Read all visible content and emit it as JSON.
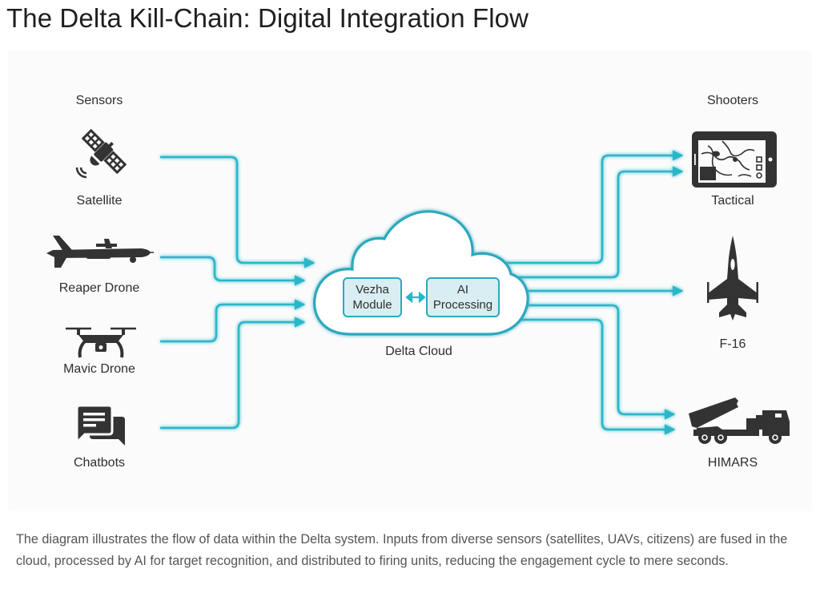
{
  "title": "The Delta Kill-Chain: Digital Integration Flow",
  "diagram": {
    "sensors_header": "Sensors",
    "shooters_header": "Shooters",
    "sensors": [
      {
        "label": "Satellite",
        "icon": "satellite-icon"
      },
      {
        "label": "Reaper Drone",
        "icon": "reaper-drone-icon"
      },
      {
        "label": "Mavic Drone",
        "icon": "quadcopter-drone-icon"
      },
      {
        "label": "Chatbots",
        "icon": "chat-bubbles-icon"
      }
    ],
    "cloud": {
      "label": "Delta Cloud",
      "modules": [
        {
          "line1": "Vezha",
          "line2": "Module"
        },
        {
          "line1": "AI",
          "line2": "Processing"
        }
      ],
      "link": "bidirectional"
    },
    "shooters": [
      {
        "label": "Tactical",
        "icon": "tactical-tablet-icon"
      },
      {
        "label": "F-16",
        "icon": "fighter-jet-icon"
      },
      {
        "label": "HIMARS",
        "icon": "rocket-launcher-truck-icon"
      }
    ],
    "colors": {
      "flow": "#29b6c9",
      "icon": "#333333",
      "module_fill": "#d9eef2",
      "cloud_stroke": "#2aa9bd"
    }
  },
  "caption": "The diagram illustrates the flow of data within the Delta system. Inputs from diverse sensors (satellites, UAVs, citizens) are fused in the cloud, processed by AI for target recognition, and distributed to firing units, reducing the engagement cycle to mere seconds."
}
